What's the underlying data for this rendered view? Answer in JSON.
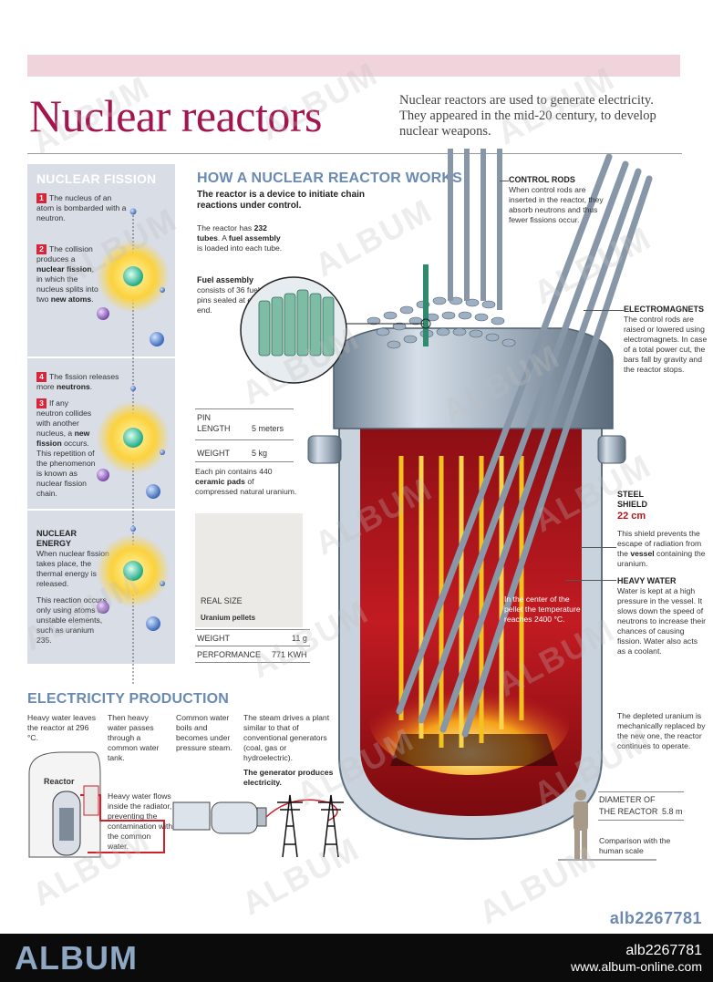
{
  "header": {
    "title": "Nuclear reactors",
    "intro": "Nuclear reactors are used to generate electricity. They appeared in the mid-20 century, to develop nuclear weapons."
  },
  "fission": {
    "heading": "NUCLEAR FISSION",
    "step1_num": "1",
    "step1_text": "The nucleus of an atom is bombarded with a neutron.",
    "step2_num": "2",
    "step2_pre": "The collision produces a",
    "step2_b1": "nuclear fission",
    "step2_mid": ", in which the nucleus splits into two",
    "step2_b2": "new atoms",
    "step2_end": ".",
    "step4_num": "4",
    "step4_pre": "The fission releases more",
    "step4_b": "neutrons",
    "step4_end": ".",
    "step3_num": "3",
    "step3_pre": "If any neutron collides with another nucleus, a",
    "step3_b": "new fission",
    "step3_end": "occurs.",
    "step3_extra": "This repetition of the phenomenon is known as nuclear fission chain.",
    "energy_head": "NUCLEAR ENERGY",
    "energy_text1": "When nuclear fission takes place, the thermal energy is released.",
    "energy_text2": "This reaction occurs only using atoms of unstable elements, such as uranium 235."
  },
  "how": {
    "heading": "HOW A NUCLEAR REACTOR WORKS",
    "subhead": "The reactor is a device to initiate chain reactions under control.",
    "tubes_pre": "The reactor has",
    "tubes_b": "232 tubes",
    "tubes_mid": ". A",
    "tubes_b2": "fuel assembly",
    "tubes_end": "is loaded into each tube.",
    "fuel_head": "Fuel assembly",
    "fuel_text": "consists of 36 fuel pins sealed at each end.",
    "pin_label": "PIN",
    "length_label": "LENGTH",
    "length_value": "5 meters",
    "weight_label": "WEIGHT",
    "weight_value": "5 kg",
    "pads_pre": "Each pin contains 440",
    "pads_b": "ceramic pads",
    "pads_end": "of compressed natural uranium.",
    "real_size": "REAL SIZE",
    "pellets": "Uranium pellets",
    "pellet_weight_label": "WEIGHT",
    "pellet_weight_value": "11 g",
    "performance_label": "PERFORMANCE",
    "performance_value": "771 KWH"
  },
  "right_labels": {
    "control_head": "CONTROL RODS",
    "control_text": "When control rods are inserted in the reactor, they absorb neutrons and thus fewer fissions occur.",
    "electro_head": "ELECTROMAGNETS",
    "electro_text": "The control rods are raised or lowered using electromagnets. In case of a total power cut, the bars fall by gravity and the reactor stops.",
    "steel_head1": "STEEL",
    "steel_head2": "SHIELD",
    "steel_value": "22 cm",
    "steel_text_pre": "This shield prevents the escape of radiation from the",
    "steel_text_b": "vessel",
    "steel_text_end": "containing the uranium.",
    "heavy_head": "HEAVY WATER",
    "heavy_text": "Water is kept at a high pressure in the vessel. It slows down the speed of neutrons to increase their chances of causing fission. Water also acts as a coolant.",
    "depleted_text": "The depleted uranium is mechanically replaced by the new one, the reactor continues to operate.",
    "pellet_center": "In the center of the pellet the temperature reaches 2400 °C.",
    "diameter_label1": "DIAMETER OF",
    "diameter_label2": "THE REACTOR",
    "diameter_value": "5.8 m",
    "comparison": "Comparison with the human scale"
  },
  "electricity": {
    "heading": "ELECTRICITY PRODUCTION",
    "t1": "Heavy water leaves the reactor at 296 °C.",
    "t2": "Then heavy water passes through a common water tank.",
    "t3": "Common water boils and becomes under pressure steam.",
    "t4": "The steam drives a plant similar to that of conventional generators (coal, gas or hydroelectric).",
    "t5": "The generator produces electricity.",
    "t6": "Heavy water flows inside the radiator, preventing the contamination with the common water.",
    "reactor_label": "Reactor"
  },
  "album": {
    "logo": "ALBUM",
    "code": "alb2267781",
    "id": "alb2267781",
    "site": "www.album-online.com",
    "watermark": "ALBUM"
  },
  "colors": {
    "title": "#a3154e",
    "band": "#f0d4dc",
    "panel": "#d8dde6",
    "heading_blue": "#6a8ab4",
    "number_red": "#d9243a",
    "vessel_red": "#b4151c"
  }
}
